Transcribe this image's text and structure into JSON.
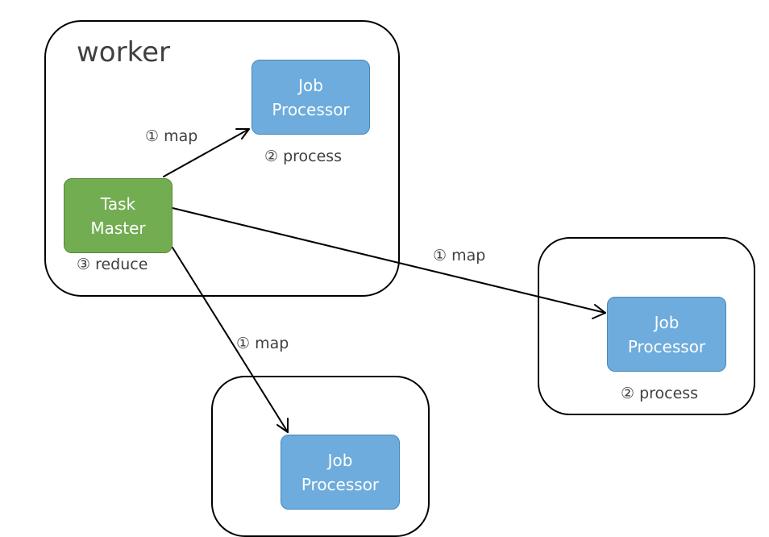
{
  "worker": {
    "title": "worker"
  },
  "nodes": {
    "task_master": {
      "line1": "Task",
      "line2": "Master"
    },
    "job_processor": {
      "line1": "Job",
      "line2": "Processor"
    }
  },
  "labels": {
    "map": "① map",
    "process": "② process",
    "reduce": "③ reduce"
  },
  "colors": {
    "job_processor_fill": "#6dacdc",
    "task_master_fill": "#72ad52",
    "text": "#404040",
    "border": "#000000"
  }
}
